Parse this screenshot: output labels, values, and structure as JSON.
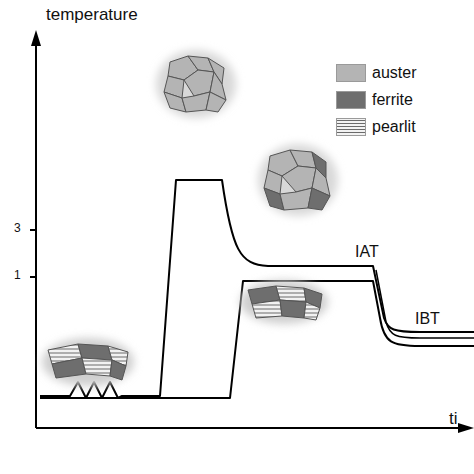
{
  "diagram": {
    "labels": [
      "temperature",
      "3",
      "1",
      "IAT",
      "IBT",
      "ti"
    ],
    "legend": [
      {
        "text": "auster",
        "color": "#b4b4b4"
      },
      {
        "text": "ferrite",
        "color": "#6e6e6e"
      },
      {
        "text": "pearlit"
      }
    ]
  }
}
